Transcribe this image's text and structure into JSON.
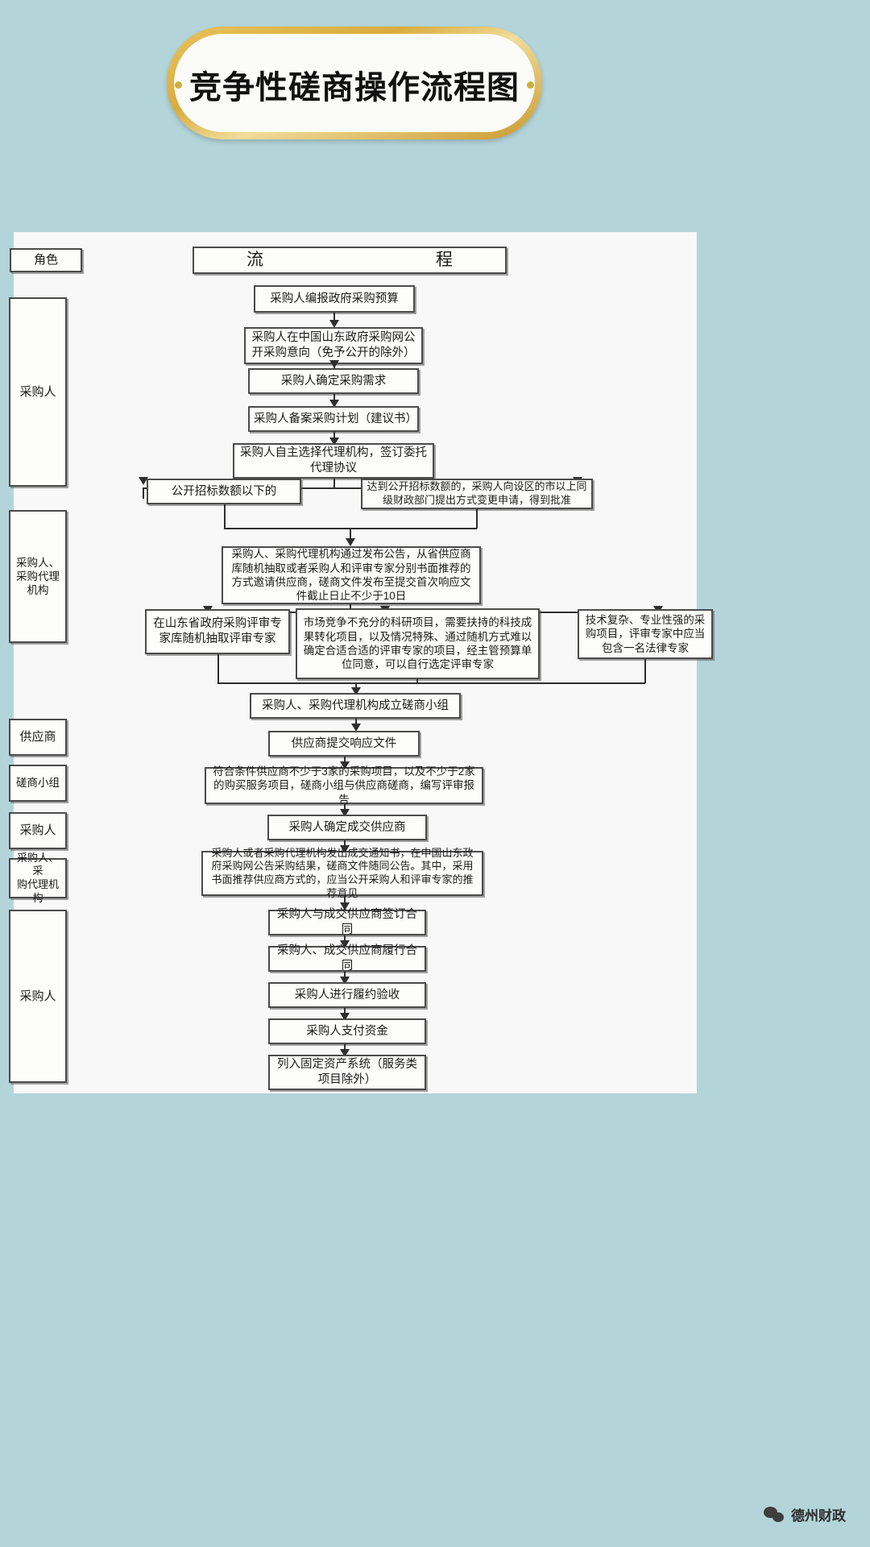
{
  "title": {
    "text": "竞争性磋商操作流程图",
    "dot_left": "bullet-dot",
    "dot_right": "bullet-dot",
    "border_color": "#d9ac3f",
    "fill_color": "#fbfbf9"
  },
  "page": {
    "background_color": "#b3d4d9",
    "sheet_color": "#f7f8f7"
  },
  "headers": {
    "role": "角色",
    "flow": "流　　　　程"
  },
  "roles": [
    {
      "id": "role-caigouren-1",
      "label": "采购人"
    },
    {
      "id": "role-caigouren-daili",
      "label": "采购人、\n采购代理\n机构"
    },
    {
      "id": "role-gongyingshang",
      "label": "供应商"
    },
    {
      "id": "role-cuoshang-xiaozu",
      "label": "磋商小组"
    },
    {
      "id": "role-caigouren-2",
      "label": "采购人"
    },
    {
      "id": "role-caigouren-daili-2",
      "label": "采购人、采\n购代理机构"
    },
    {
      "id": "role-caigouren-3",
      "label": "采购人"
    }
  ],
  "role_labels": {
    "r1": "采购人",
    "r2": "采购人、\n采购代理\n机构",
    "r3": "供应商",
    "r4": "磋商小组",
    "r5": "采购人",
    "r6": "采购人、采\n购代理机构",
    "r7": "采购人"
  },
  "steps": {
    "s01": "采购人编报政府采购预算",
    "s02": "采购人在中国山东政府采购网公开采购意向（免予公开的除外）",
    "s03": "采购人确定采购需求",
    "s04": "采购人备案采购计划（建议书）",
    "s05": "采购人自主选择代理机构，签订委托代理协议",
    "s06a": "公开招标数额以下的",
    "s06b": "达到公开招标数额的，采购人向设区的市以上同级财政部门提出方式变更申请，得到批准",
    "s07": "采购人、采购代理机构通过发布公告，从省供应商库随机抽取或者采购人和评审专家分别书面推荐的方式邀请供应商，磋商文件发布至提交首次响应文件截止日止不少于10日",
    "s08a": "在山东省政府采购评审专家库随机抽取评审专家",
    "s08b": "市场竞争不充分的科研项目，需要扶持的科技成果转化项目，以及情况特殊、通过随机方式难以确定合适合适的评审专家的项目，经主管预算单位同意，可以自行选定评审专家",
    "s08c": "技术复杂、专业性强的采购项目，评审专家中应当包含一名法律专家",
    "s09": "采购人、采购代理机构成立磋商小组",
    "s10": "供应商提交响应文件",
    "s11": "符合条件供应商不少于3家的采购项目，以及不少于2家的购买服务项目，磋商小组与供应商磋商，编写评审报告",
    "s12": "采购人确定成交供应商",
    "s13": "采购人或者采购代理机构发出成交通知书，在中国山东政府采购网公告采购结果，磋商文件随同公告。其中，采用书面推荐供应商方式的，应当公开采购人和评审专家的推荐意见",
    "s14": "采购人与成交供应商签订合同",
    "s15": "采购人、成交供应商履行合同",
    "s16": "采购人进行履约验收",
    "s17": "采购人支付资金",
    "s18": "列入固定资产系统（服务类项目除外）"
  },
  "footer": {
    "account_name": "德州财政",
    "icon": "wechat-icon"
  }
}
